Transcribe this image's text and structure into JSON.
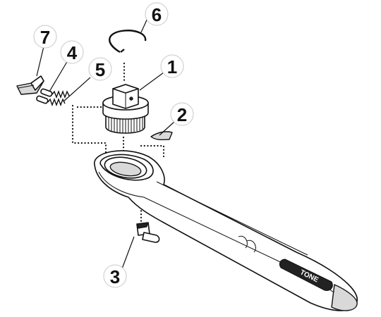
{
  "diagram": {
    "callouts": [
      {
        "id": "callout-1",
        "label": "1"
      },
      {
        "id": "callout-2",
        "label": "2"
      },
      {
        "id": "callout-3",
        "label": "3"
      },
      {
        "id": "callout-4",
        "label": "4"
      },
      {
        "id": "callout-5",
        "label": "5"
      },
      {
        "id": "callout-6",
        "label": "6"
      },
      {
        "id": "callout-7",
        "label": "7"
      }
    ],
    "brand_label": "TONE"
  }
}
